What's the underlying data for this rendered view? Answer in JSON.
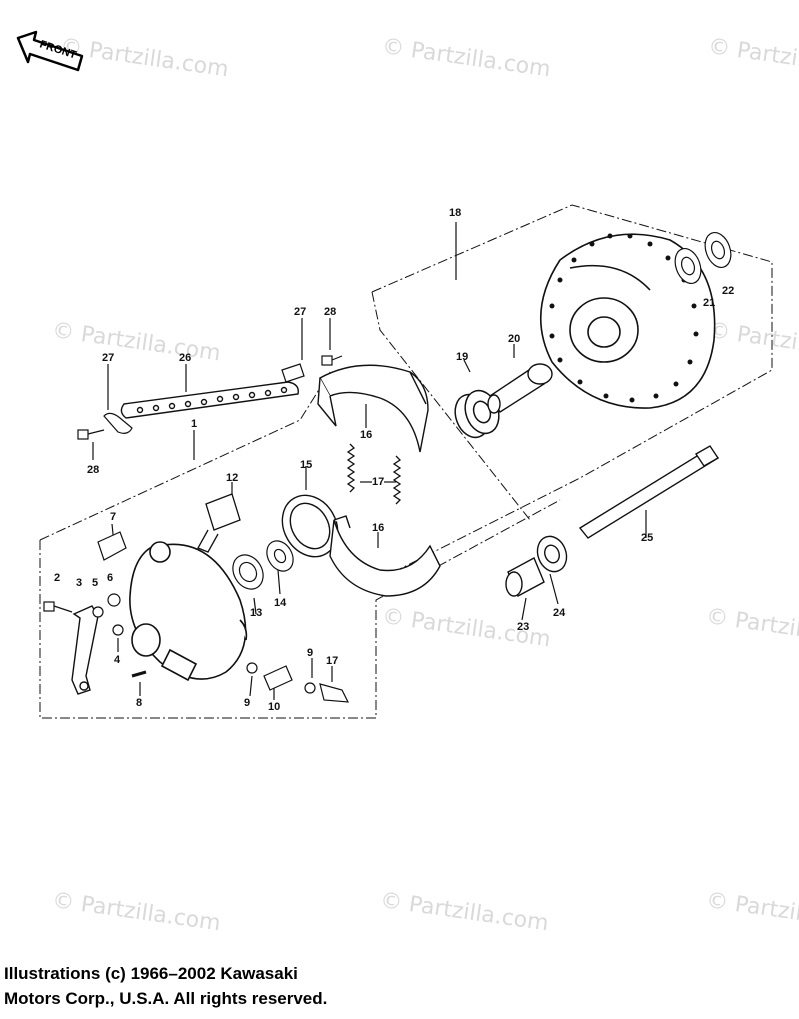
{
  "front_label": "FRONT",
  "watermark": "© Partzilla.com",
  "copyright": {
    "line1": "Illustrations (c) 1966–2002 Kawasaki",
    "line2": "Motors Corp., U.S.A.  All rights reserved."
  },
  "part_numbers": {
    "p1": "1",
    "p2": "2",
    "p3": "3",
    "p4": "4",
    "p5": "5",
    "p6": "6",
    "p7": "7",
    "p8": "8",
    "p9a": "9",
    "p9b": "9",
    "p10": "10",
    "p12": "12",
    "p13": "13",
    "p14": "14",
    "p15": "15",
    "p16a": "16",
    "p16b": "16",
    "p17a": "17",
    "p17b": "17",
    "p18": "18",
    "p19": "19",
    "p20": "20",
    "p21": "21",
    "p22": "22",
    "p23": "23",
    "p24": "24",
    "p25": "25",
    "p26": "26",
    "p27a": "27",
    "p27b": "27",
    "p28a": "28",
    "p28b": "28"
  }
}
